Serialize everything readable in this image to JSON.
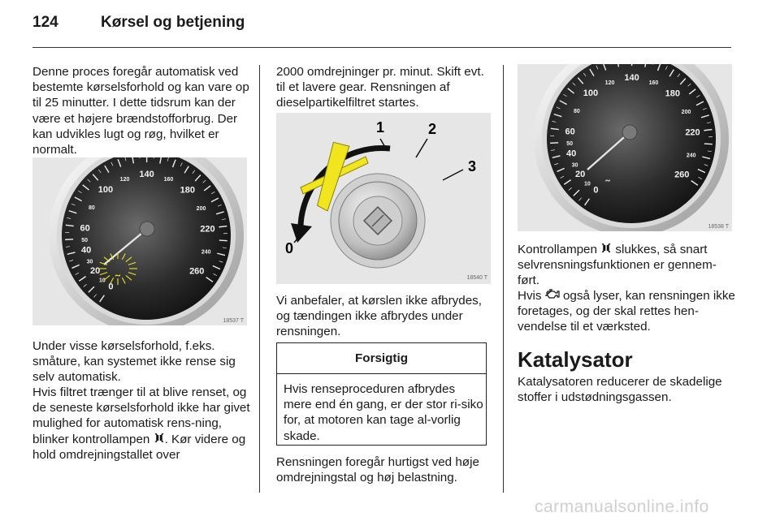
{
  "header": {
    "page_number": "124",
    "title": "Kørsel og betjening"
  },
  "col1": {
    "p1": "Denne proces foregår automatisk ved bestemte kørselsforhold og kan vare op til 25 minutter. I dette tidsrum kan der være et højere brændstofforbrug. Der kan udvikles lugt og røg, hvilket er normalt.",
    "figure_code": "18537 T",
    "p2": "Under visse kørselsforhold, f.eks. småture, kan systemet ikke rense sig selv automatisk.",
    "p3_before": "Hvis filtret trænger til at blive renset, og de seneste kørselsforhold ikke har givet mulighed for automatisk rens-ning, blinker kontrollampen ",
    "p3_after": ". Kør videre og hold omdrejningstallet over"
  },
  "col2": {
    "p1": "2000 omdrejninger pr. minut. Skift evt. til et lavere gear. Rensningen af dieselpartikelfiltret startes.",
    "figure_code": "18540 T",
    "figure_labels": [
      "0",
      "1",
      "2",
      "3"
    ],
    "p2": "Vi anbefaler, at kørslen ikke afbrydes, og tændingen ikke afbrydes under rensningen.",
    "caution_title": "Forsigtig",
    "caution_text": "Hvis renseproceduren afbrydes mere end én gang, er der stor ri-siko for, at motoren kan tage al-vorlig skade.",
    "p3": "Rensningen foregår hurtigst ved høje omdrejningstal og høj belastning."
  },
  "col3": {
    "figure_code": "18538 T",
    "p1_before": "Kontrollampen ",
    "p1_after": " slukkes, så snart selvrensningsfunktionen er gennem-ført.",
    "p2_before": "Hvis ",
    "p2_after": " også lyser, kan rensningen ikke foretages, og der skal rettes hen-vendelse til et værksted.",
    "heading": "Katalysator",
    "p3": "Katalysatoren reducerer de skadelige stoffer i udstødningsgassen."
  },
  "speedometer": {
    "major_labels": [
      "0",
      "10",
      "20",
      "30",
      "40",
      "50",
      "60",
      "80",
      "100",
      "120",
      "140",
      "160",
      "180",
      "200",
      "220",
      "240",
      "260"
    ]
  },
  "icons": [
    "dpf-warning-icon",
    "engine-check-icon"
  ],
  "colors": {
    "warning_yellow": "#f0e51f",
    "arrow_black": "#111111"
  },
  "watermark": "carmanualsonline.info"
}
